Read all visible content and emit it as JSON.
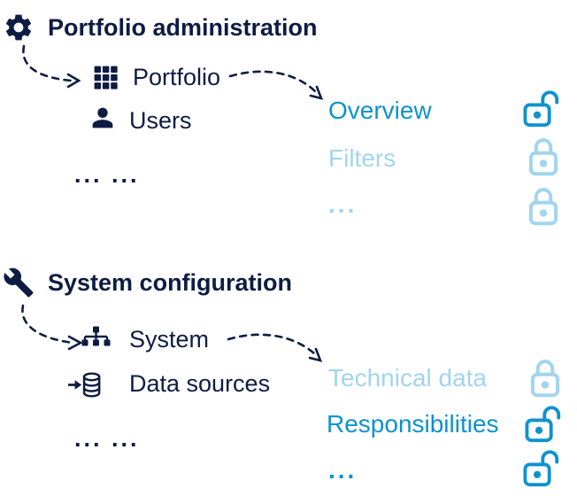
{
  "colors": {
    "navy": "#0e1c43",
    "unlocked_blue": "#0d92cf",
    "locked_light_blue": "#a2d5ee"
  },
  "sections": [
    {
      "title": "Portfolio administration",
      "title_icon": "gear-icon",
      "items": [
        {
          "label": "Portfolio",
          "icon": "grid-icon"
        },
        {
          "label": "Users",
          "icon": "user-icon"
        },
        {
          "label": "... ..."
        }
      ],
      "pages": [
        {
          "label": "Overview",
          "state": "state-unlocked",
          "lock": "lock-open-icon"
        },
        {
          "label": "Filters",
          "state": "state-locked",
          "lock": "lock-closed-icon"
        },
        {
          "label": "...",
          "state": "state-locked",
          "lock": "lock-closed-icon"
        }
      ]
    },
    {
      "title": "System configuration",
      "title_icon": "wrench-icon",
      "items": [
        {
          "label": "System",
          "icon": "sitemap-icon"
        },
        {
          "label": "Data sources",
          "icon": "data-import-icon"
        },
        {
          "label": "... ..."
        }
      ],
      "pages": [
        {
          "label": "Technical data",
          "state": "state-locked",
          "lock": "lock-closed-icon"
        },
        {
          "label": "Responsibilities",
          "state": "state-unlocked",
          "lock": "lock-open-icon"
        },
        {
          "label": "...",
          "state": "state-unlocked",
          "lock": "lock-open-icon"
        }
      ]
    }
  ]
}
